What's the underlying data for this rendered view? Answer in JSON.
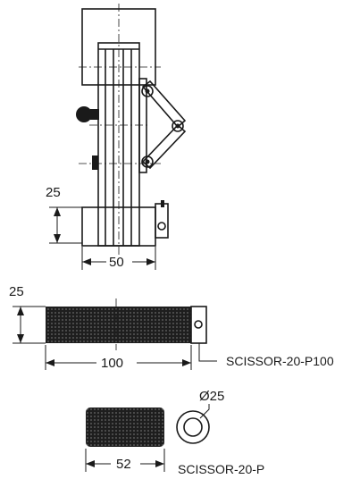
{
  "dimensions": {
    "height_25": "25",
    "width_50": "50",
    "pad_height_25": "25",
    "pad_length_100": "100",
    "diameter_25": "Ø25",
    "pad_length_52": "52"
  },
  "labels": {
    "long_pad": "SCISSOR-20-P100",
    "short_pad": "SCISSOR-20-P"
  },
  "colors": {
    "ink": "#1a1a1a",
    "pad_fill": "#1e1e1e",
    "pad_dot": "#6a6a6a"
  }
}
